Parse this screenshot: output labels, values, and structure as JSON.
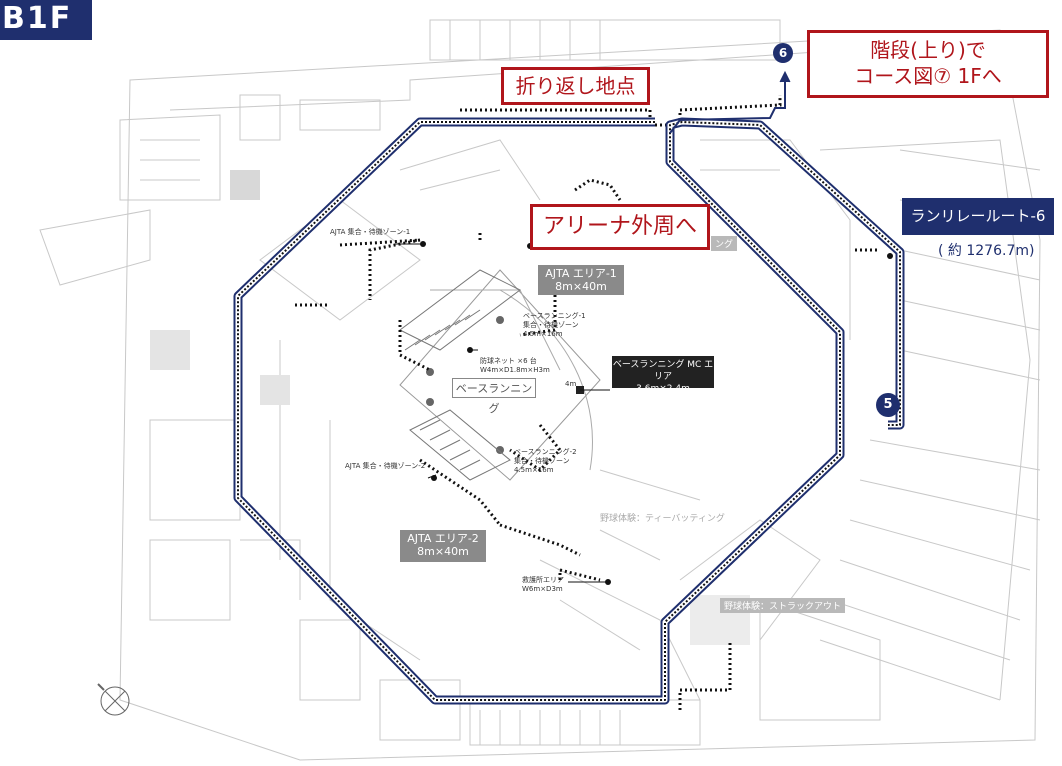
{
  "floor": "B1F",
  "callouts": {
    "turnaround": "折り返し地点",
    "stairs_line1": "階段(上り)で",
    "stairs_line2": "コース図⑦ 1Fへ",
    "arena": "アリーナ外周へ"
  },
  "route": {
    "label": "ランリレールート-6",
    "distance": "( 約 1276.7m)",
    "color": "#1f2f6e",
    "start_marker": "5",
    "end_marker": "6"
  },
  "areas": {
    "ajta1_title": "AJTA エリア-1",
    "ajta1_size": "8m×40m",
    "ajta2_title": "AJTA エリア-2",
    "ajta2_size": "8m×40m",
    "mc_title": "ベースランニング MC エリア",
    "mc_size": "3.6m×2.4m",
    "base_running": "ベースランニング"
  },
  "small_labels": {
    "ajta_zone1": "AJTA 集合・待機ゾーン-1",
    "ajta_zone2": "AJTA 集合・待機ゾーン-2",
    "base_zone1_l1": "ベースランニング-1",
    "base_zone1_l2": "集合・待機ゾーン",
    "base_zone1_l3": "4.5m×16m",
    "base_zone2_l1": "ベースランニング-2",
    "base_zone2_l2": "集合・待機ゾーン",
    "base_zone2_l3": "4.5m×16m",
    "net_l1": "防球ネット ×6 台",
    "net_l2": "W4m×D1.8m×H3m",
    "aid_l1": "救護所エリア",
    "aid_l2": "W6m×D3m",
    "four_m": "4m"
  },
  "pale_labels": {
    "tee_batting": "野球体験：ティーバッティング",
    "struck_out": "野球体験：ストラックアウト",
    "partial": "ング"
  },
  "north_icon": "north-compass-icon",
  "colors": {
    "accent_red": "#b0151b",
    "navy": "#1f2f6e",
    "gray_area": "#8a8a8a"
  }
}
